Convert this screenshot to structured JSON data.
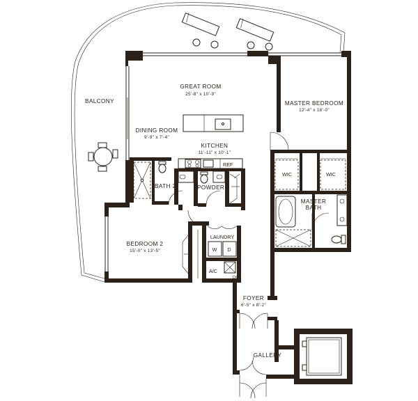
{
  "rooms": {
    "balcony": {
      "name": "BALCONY"
    },
    "great_room": {
      "name": "GREAT ROOM",
      "dims": "25'-8\" x 10'-9\""
    },
    "master_bedroom": {
      "name": "MASTER BEDROOM",
      "dims": "12'-4\" x 18'-0\""
    },
    "dining_room": {
      "name": "DINING ROOM",
      "dims": "9'-9\" x 7'-4\""
    },
    "kitchen": {
      "name": "KITCHEN",
      "dims": "11'-11\" x 10'-1\""
    },
    "ref": {
      "name": "REF"
    },
    "wic_left": {
      "name": "WIC"
    },
    "wic_right": {
      "name": "WIC"
    },
    "bath2": {
      "name": "BATH 2"
    },
    "powder": {
      "name": "POWDER"
    },
    "master_bath": {
      "name": "MASTER",
      "name2": "BATH"
    },
    "bedroom2": {
      "name": "BEDROOM 2",
      "dims": "15'-0\" x 13'-5\""
    },
    "laundry": {
      "name": "LAUNDRY",
      "washer": "W",
      "dryer": "D"
    },
    "ac": {
      "name": "A/C"
    },
    "foyer": {
      "name": "FOYER",
      "dims": "6'-5\" x 8'-2\""
    },
    "gallery": {
      "name": "GALLERY"
    }
  }
}
